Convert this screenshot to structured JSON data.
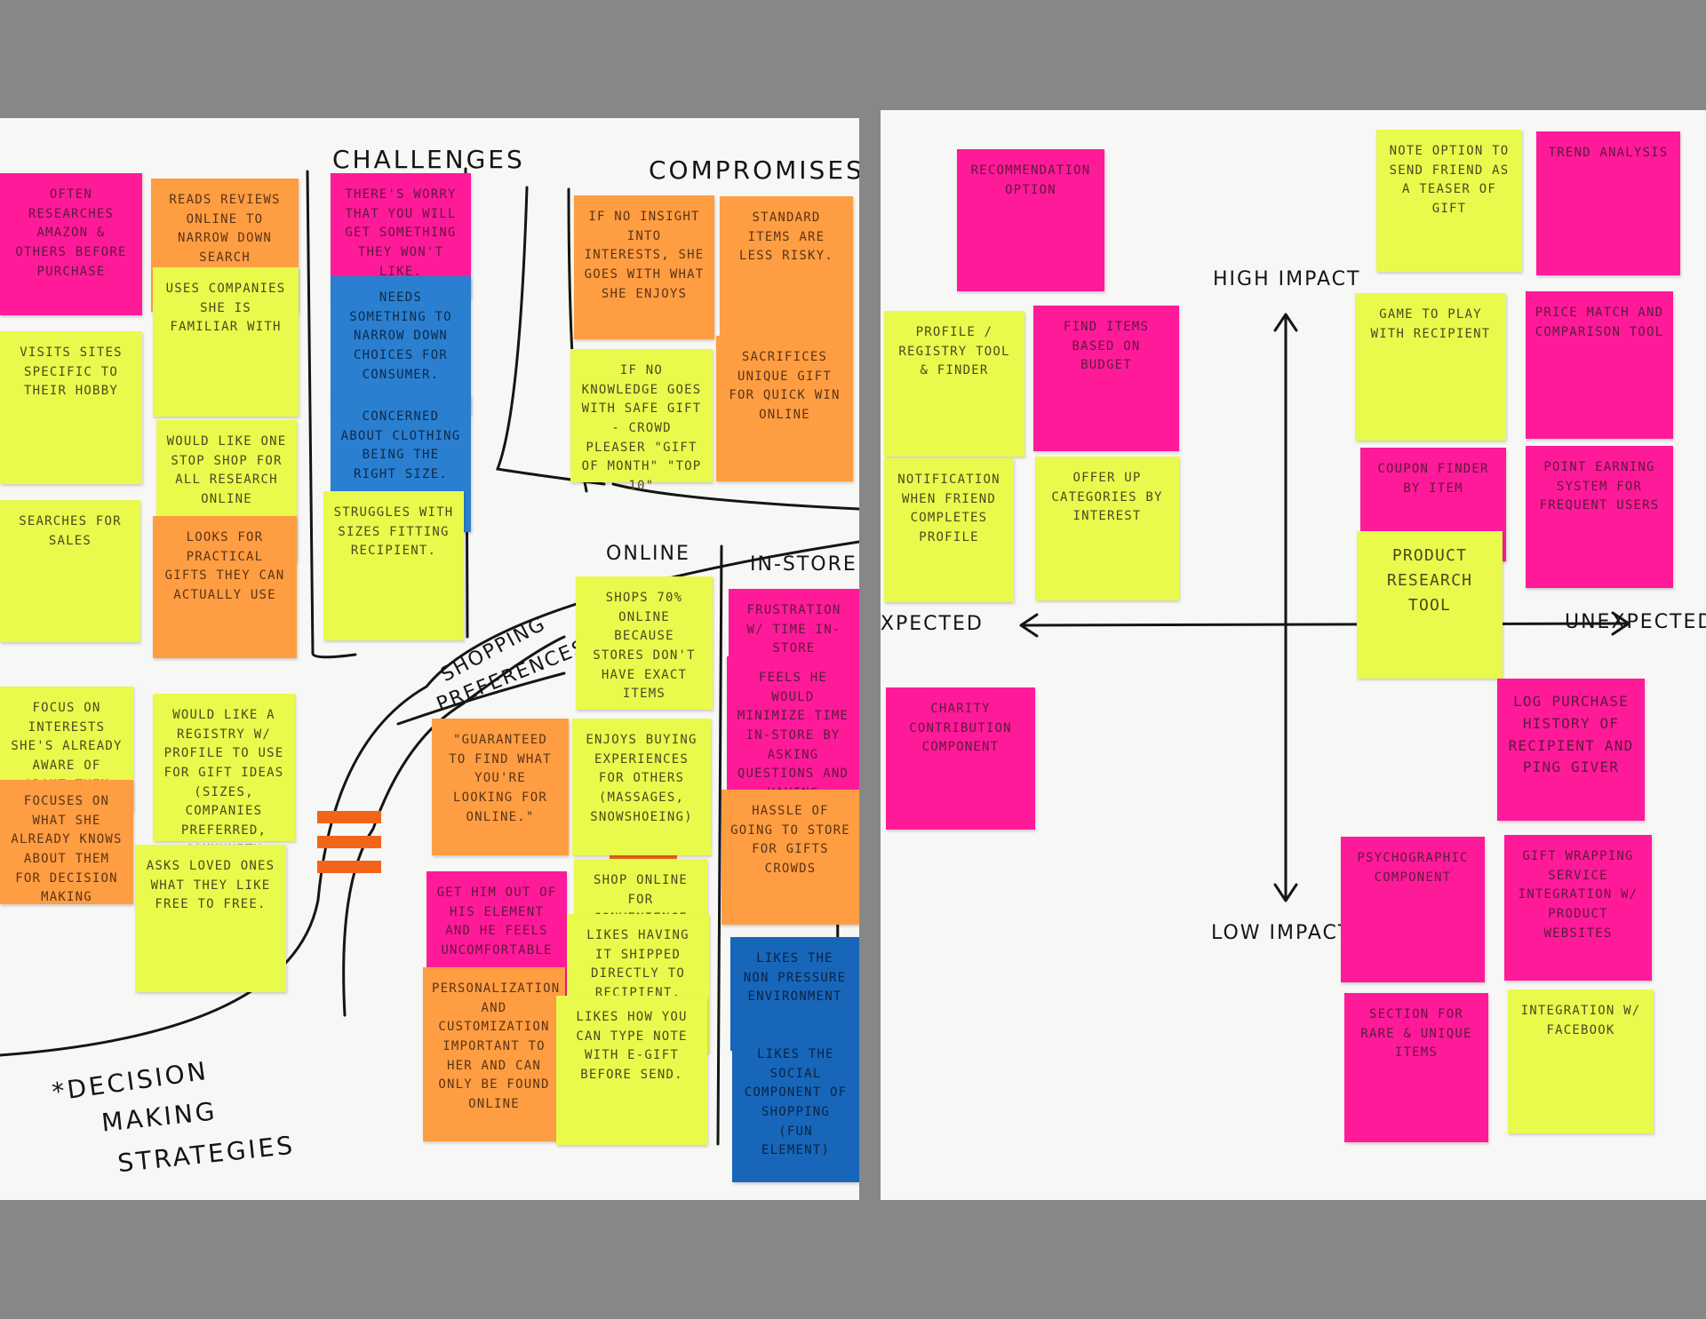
{
  "left_board": {
    "headings": {
      "challenges": "CHALLENGES",
      "compromises": "COMPROMISES",
      "online": "ONLINE",
      "in_store": "IN-STORE",
      "shopping_preferences_line1": "SHOPPING",
      "shopping_preferences_line2": "PREFERENCES",
      "decision_line1": "*DECISION",
      "decision_line2": "MAKING",
      "decision_line3": "STRATEGIES"
    },
    "notes": [
      {
        "color": "pink",
        "text": "Often researches Amazon & others before purchase"
      },
      {
        "color": "orange",
        "text": "Reads reviews online to narrow down search"
      },
      {
        "color": "yellow",
        "text": "Uses companies she is familiar with"
      },
      {
        "color": "yellow",
        "text": "Visits sites specific to their hobby"
      },
      {
        "color": "yellow",
        "text": "Would like one stop shop for all research online"
      },
      {
        "color": "yellow",
        "text": "Searches for sales"
      },
      {
        "color": "orange",
        "text": "Looks for practical gifts they can actually use"
      },
      {
        "color": "yellow",
        "text": "Focus on interests she's already aware of about them"
      },
      {
        "color": "yellow",
        "text": "Would like a registry w/ profile to use for gift ideas (sizes, companies preferred, community centered)"
      },
      {
        "color": "orange",
        "text": "Focuses on what she already knows about them for decision making"
      },
      {
        "color": "yellow",
        "text": "Asks loved ones what they like free to free."
      },
      {
        "color": "pink",
        "text": "There's worry that you will get something they won't like."
      },
      {
        "color": "blue",
        "text": "Needs something to narrow down choices for consumer."
      },
      {
        "color": "blue",
        "text": "Concerned about clothing being the right size."
      },
      {
        "color": "yellow",
        "text": "Struggles with sizes fitting recipient."
      },
      {
        "color": "orange",
        "text": "If no insight into interests, she goes with what she enjoys"
      },
      {
        "color": "orange",
        "text": "Standard items are less risky."
      },
      {
        "color": "yellow",
        "text": "If no knowledge goes with safe gift - crowd pleaser \"gift of month\" \"top 10\""
      },
      {
        "color": "orange",
        "text": "Sacrifices unique gift for quick win online"
      },
      {
        "color": "yellow",
        "text": "Shops 70% online because stores don't have exact items"
      },
      {
        "color": "orange",
        "text": "\"Guaranteed to find what you're looking for online.\""
      },
      {
        "color": "yellow",
        "text": "Enjoys buying experiences for others (massages, snowshoeing)"
      },
      {
        "color": "pink",
        "text": "Get him out of his element and he feels uncomfortable"
      },
      {
        "color": "yellow",
        "text": "Shop online for convenience"
      },
      {
        "color": "yellow",
        "text": "Likes having it shipped directly to recipient."
      },
      {
        "color": "orange",
        "text": "Personalization and customization important to her and can only be found online"
      },
      {
        "color": "yellow",
        "text": "Likes how you can type note with e-gift before send."
      },
      {
        "color": "pink",
        "text": "Frustration w/ time in-store consumes."
      },
      {
        "color": "pink",
        "text": "Feels he would minimize time in-store by asking questions and having associate give him options"
      },
      {
        "color": "orange",
        "text": "Hassle of going to store for gifts crowds"
      },
      {
        "color": "blue",
        "text": "Likes the non pressure environment"
      },
      {
        "color": "blue",
        "text": "Likes the social component of shopping (fun element)"
      }
    ]
  },
  "right_board": {
    "axis_labels": {
      "high_impact": "HIGH IMPACT",
      "low_impact": "LOW IMPACT",
      "expected": "EXPECTED",
      "unexpected": "UNEXPECTED"
    },
    "notes": [
      {
        "color": "pink",
        "text": "Recommendation option"
      },
      {
        "color": "yellow",
        "text": "Note option to send friend as a teaser of gift"
      },
      {
        "color": "pink",
        "text": "Trend analysis"
      },
      {
        "color": "yellow",
        "text": "Profile / registry tool & finder"
      },
      {
        "color": "pink",
        "text": "Find items based on budget"
      },
      {
        "color": "yellow",
        "text": "Game to play with recipient"
      },
      {
        "color": "pink",
        "text": "Price match and comparison tool"
      },
      {
        "color": "yellow",
        "text": "Notification when friend completes profile"
      },
      {
        "color": "yellow",
        "text": "Offer up categories by interest"
      },
      {
        "color": "pink",
        "text": "Coupon finder by item"
      },
      {
        "color": "pink",
        "text": "Point earning system for frequent users"
      },
      {
        "color": "yellow",
        "text": "Product research tool"
      },
      {
        "color": "pink",
        "text": "Charity contribution component"
      },
      {
        "color": "pink",
        "text": "Log purchase history of recipient and ping giver"
      },
      {
        "color": "pink",
        "text": "Psychographic component"
      },
      {
        "color": "pink",
        "text": "Gift wrapping service integration w/ product websites"
      },
      {
        "color": "pink",
        "text": "Section for rare & unique items"
      },
      {
        "color": "yellow",
        "text": "Integration w/ Facebook"
      }
    ]
  }
}
